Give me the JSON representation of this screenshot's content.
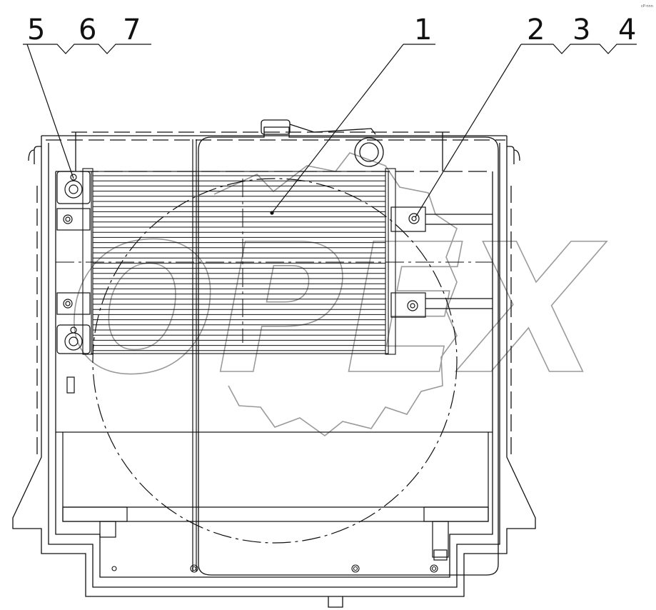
{
  "drawing": {
    "callouts_left": [
      "5",
      "6",
      "7"
    ],
    "callout_center": "1",
    "callouts_right": [
      "2",
      "3",
      "4"
    ],
    "corner_stamp": "cP·nnn"
  },
  "watermark": {
    "text": "OPEX"
  }
}
